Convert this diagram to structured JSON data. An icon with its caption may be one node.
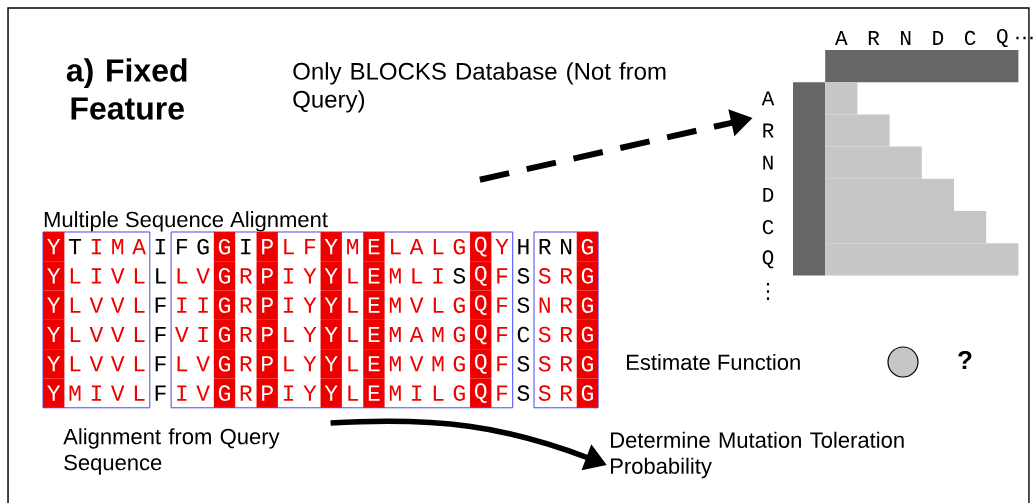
{
  "diagram": {
    "title": "a) Fixed Feature",
    "nodes": [
      {
        "text": [
          "Multiple Sequence Alignment",
          "Y",
          "T",
          "I",
          "M",
          "A",
          "I",
          "F",
          "G",
          "G",
          "I",
          "P",
          "L",
          "F",
          "Y",
          "M",
          "E",
          "L",
          "A",
          "L",
          "G",
          "Q",
          "Y",
          "H",
          "R",
          "N",
          "G",
          "Y",
          "L",
          "I",
          "V",
          "L",
          "L",
          "L",
          "V",
          "G",
          "R",
          "P",
          "I",
          "Y",
          "Y",
          "L",
          "E",
          "M",
          "L",
          "I",
          "S",
          "Q",
          "F",
          "S",
          "S",
          "R",
          "G",
          "Y",
          "L",
          "V",
          "V",
          "L",
          "F",
          "I",
          "I",
          "G",
          "R",
          "P",
          "I",
          "Y",
          "Y",
          "L",
          "E",
          "M",
          "V",
          "L",
          "G",
          "Q",
          "F",
          "S",
          "N",
          "R",
          "G",
          "Y",
          "L",
          "V",
          "V",
          "L",
          "F",
          "V",
          "I",
          "G",
          "R",
          "P",
          "L",
          "Y",
          "Y",
          "L",
          "E",
          "M",
          "A",
          "M",
          "G",
          "Q",
          "F",
          "C",
          "S",
          "R",
          "G",
          "Y",
          "L",
          "V",
          "V",
          "L",
          "F",
          "L",
          "V",
          "G",
          "R",
          "P",
          "L",
          "Y",
          "Y",
          "L",
          "E",
          "M",
          "V",
          "M",
          "G",
          "Q",
          "F",
          "S",
          "S",
          "R",
          "G",
          "Y",
          "M",
          "I",
          "V",
          "L",
          "F",
          "I",
          "V",
          "G",
          "R",
          "P",
          "I",
          "Y",
          "Y",
          "L",
          "E",
          "M",
          "I",
          "L",
          "G",
          "Q",
          "F",
          "S",
          "S",
          "R",
          "G"
        ],
        "beside": [
          "Alignment from Query Sequence"
        ]
      },
      {
        "text": [],
        "shape": "box",
        "beside": [
          "A",
          "R",
          "N",
          "D",
          "C",
          "Q",
          "…",
          "A",
          "R",
          "N",
          "D",
          "C",
          "Q",
          "⋮"
        ]
      },
      {
        "text": [
          "Determine Mutation Toleration Probability"
        ]
      }
    ],
    "edges": [
      {
        "from": 0,
        "to": 1,
        "arrow": "to",
        "style": "dashed",
        "label": "Only BLOCKS Database (Not from Query)"
      },
      {
        "from": 0,
        "to": 2,
        "arrow": "to"
      }
    ],
    "labels": [
      "Estimate Function",
      "?"
    ]
  }
}
